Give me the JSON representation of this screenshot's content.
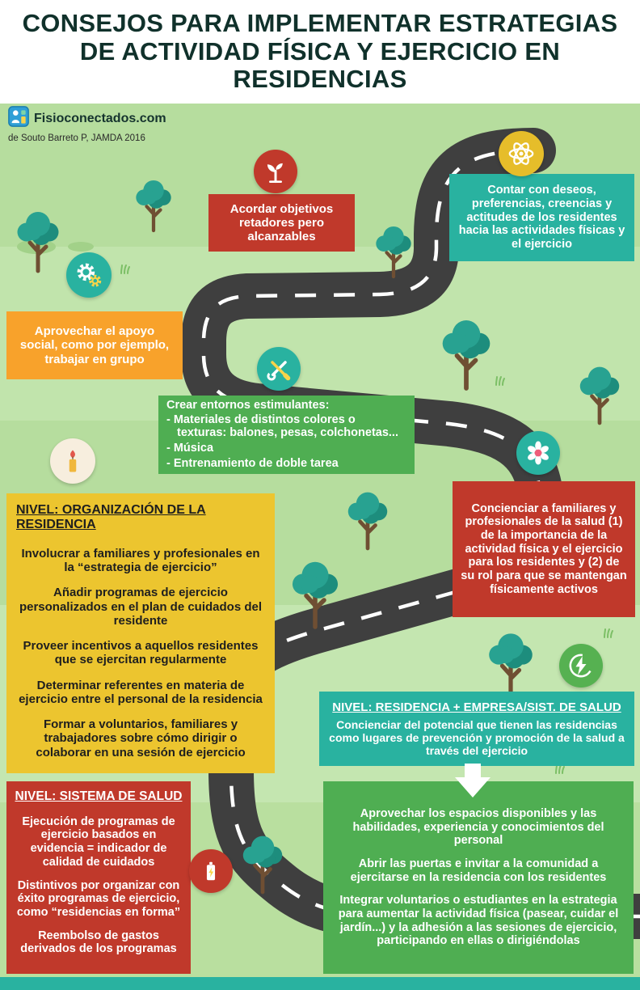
{
  "header": {
    "title_lines": [
      "CONSEJOS PARA IMPLEMENTAR ESTRATEGIAS",
      "DE ACTIVIDAD FÍSICA Y EJERCICIO EN",
      "RESIDENCIAS"
    ]
  },
  "source": {
    "site": "Fisioconectados.com",
    "citation": "de Souto Barreto P, JAMDA 2016"
  },
  "tips": {
    "objetivos": {
      "text": "Acordar objetivos retadores pero alcanzables"
    },
    "deseos": {
      "text": "Contar con deseos, preferencias, creencias y actitudes de los residentes hacia las actividades físicas y el ejercicio"
    },
    "apoyo_social": {
      "text": "Aprovechar el apoyo social, como por ejemplo, trabajar en grupo"
    },
    "entornos": {
      "title": "Crear entornos estimulantes:",
      "items": [
        "- Materiales de distintos colores o texturas: balones, pesas, colchonetas...",
        "- Música",
        "- Entrenamiento de doble tarea"
      ]
    },
    "concienciar_familiares": {
      "text": "Concienciar a familiares y profesionales de la salud (1) de la importancia de la actividad física y el ejercicio para los residentes y (2) de su rol para que se mantengan físicamente activos"
    }
  },
  "levels": {
    "residencia": {
      "title": "NIVEL: ORGANIZACIÓN DE LA RESIDENCIA",
      "items": [
        "Involucrar a familiares y profesionales en la “estrategia de ejercicio”",
        "Añadir programas de ejercicio personalizados en el plan de cuidados del residente",
        "Proveer incentivos a aquellos residentes que se ejercitan regularmente",
        "Determinar referentes en materia de ejercicio entre el personal de la residencia",
        "Formar a voluntarios, familiares y trabajadores sobre cómo dirigir o colaborar en una sesión de ejercicio"
      ]
    },
    "empresa": {
      "title": "NIVEL: RESIDENCIA + EMPRESA/SIST. DE SALUD",
      "intro": "Concienciar del potencial que tienen las residencias como lugares de prevención y promoción de la salud a través del ejercicio",
      "items": [
        "Aprovechar los espacios disponibles y las habilidades, experiencia y conocimientos del personal",
        "Abrir las puertas e invitar a la comunidad a ejercitarse en la residencia con los residentes",
        "Integrar voluntarios o estudiantes en la estrategia para aumentar la actividad física (pasear, cuidar el jardín...) y la adhesión a las sesiones de ejercicio, participando en ellas o dirigiéndolas"
      ]
    },
    "sistema_salud": {
      "title": "NIVEL: SISTEMA DE SALUD",
      "items": [
        "Ejecución de programas de ejercicio basados en evidencia = indicador de calidad de cuidados",
        "Distintivos por organizar con éxito programas de ejercicio, como “residencias en forma”",
        "Reembolso de gastos derivados de los programas"
      ]
    }
  },
  "icons": [
    {
      "name": "seedling-icon",
      "circle_color": "#c0392b"
    },
    {
      "name": "atom-icon",
      "circle_color": "#e6bd2a"
    },
    {
      "name": "gears-icon",
      "circle_color": "#29b2a0"
    },
    {
      "name": "tools-icon",
      "circle_color": "#29b2a0"
    },
    {
      "name": "candle-icon",
      "circle_color": "#f7eede"
    },
    {
      "name": "flower-icon",
      "circle_color": "#29b2a0"
    },
    {
      "name": "energy-icon",
      "circle_color": "#56b151"
    },
    {
      "name": "battery-icon",
      "circle_color": "#c0392b"
    }
  ],
  "colors": {
    "background_green": "#b6dd9e",
    "band_light_green": "#c1e4ac",
    "road": "#3f3f3f",
    "red": "#c0392b",
    "teal": "#29b2a0",
    "orange": "#f8a22b",
    "yellow": "#ecc52f",
    "green_box": "#4fae52",
    "tree_foliage": "#28a291",
    "title_text": "#10312b"
  }
}
